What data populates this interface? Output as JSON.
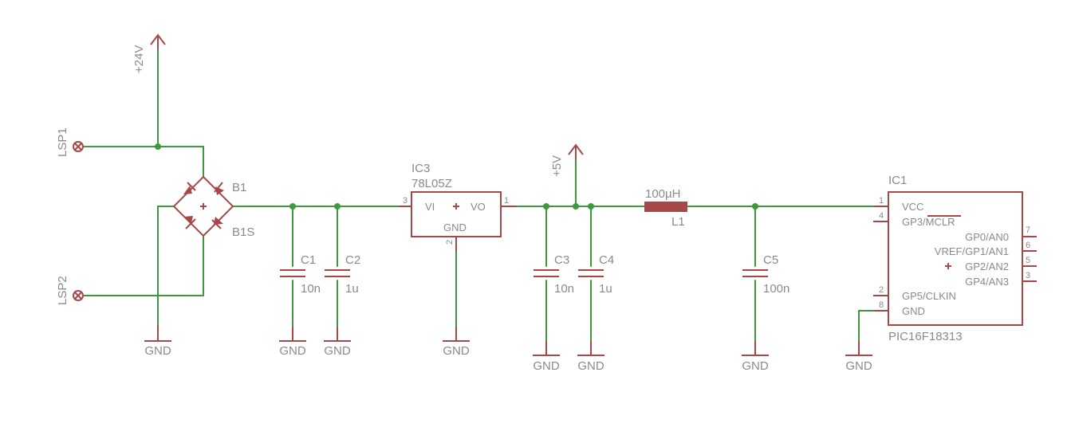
{
  "connectors": {
    "lsp1": "LSP1",
    "lsp2": "LSP2"
  },
  "supplies": {
    "v24": "+24V",
    "v5": "+5V"
  },
  "ground_label": "GND",
  "bridge": {
    "name": "B1",
    "name2": "B1S"
  },
  "regulator": {
    "name": "IC3",
    "value": "78L05Z",
    "vi": "VI",
    "vo": "VO",
    "gnd": "GND",
    "pin_in": "3",
    "pin_out": "1",
    "pin_gnd": "2"
  },
  "capacitors": [
    {
      "name": "C1",
      "value": "10n"
    },
    {
      "name": "C2",
      "value": "1u"
    },
    {
      "name": "C3",
      "value": "10n"
    },
    {
      "name": "C4",
      "value": "1u"
    },
    {
      "name": "C5",
      "value": "100n"
    }
  ],
  "inductor": {
    "name": "L1",
    "value": "100µH"
  },
  "mcu": {
    "name": "IC1",
    "value": "PIC16F18313",
    "left_pins": [
      {
        "num": "1",
        "label": "VCC"
      },
      {
        "num": "4",
        "label": "GP3/MCLR"
      },
      {
        "num": "2",
        "label": "GP5/CLKIN"
      },
      {
        "num": "8",
        "label": "GND"
      }
    ],
    "right_pins": [
      {
        "num": "7",
        "label": "GP0/AN0"
      },
      {
        "num": "6",
        "label": "VREF/GP1/AN1"
      },
      {
        "num": "5",
        "label": "GP2/AN2"
      },
      {
        "num": "3",
        "label": "GP4/AN3"
      }
    ]
  },
  "colors": {
    "wire": "#3c9a3c",
    "part": "#a64848",
    "text": "#8a8a8a",
    "background": "#ffffff"
  }
}
